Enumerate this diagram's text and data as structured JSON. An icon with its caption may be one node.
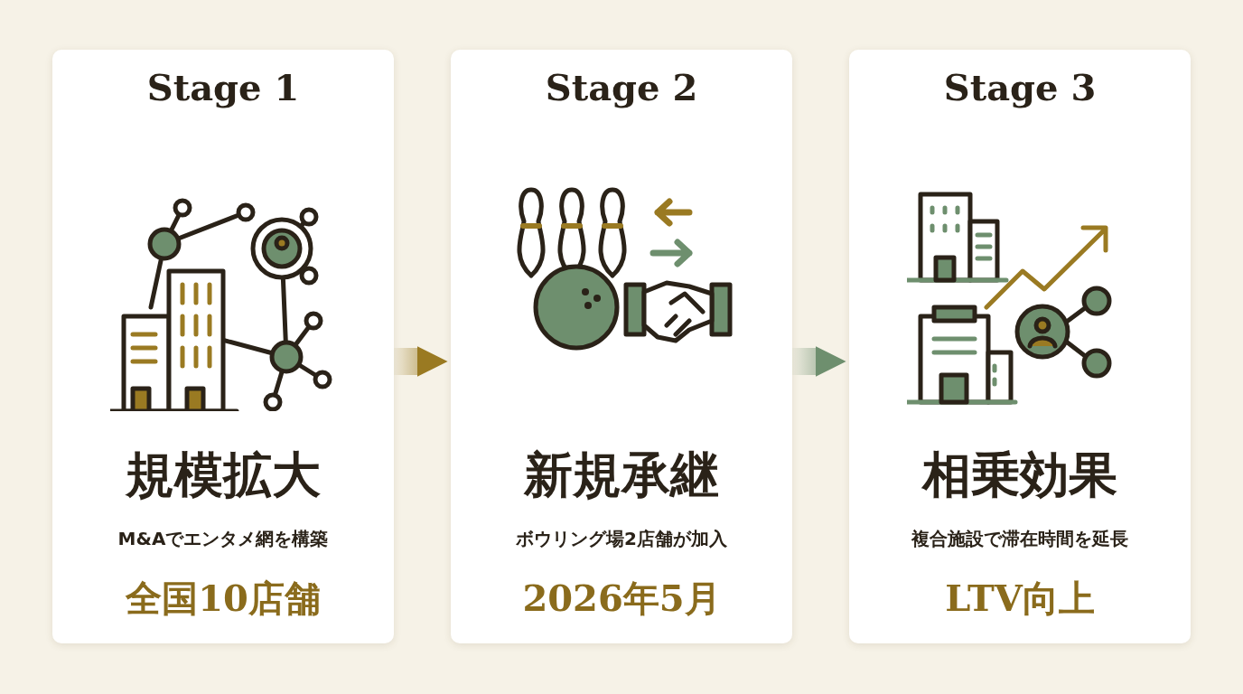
{
  "diagram": {
    "nodes": [
      {
        "text": [
          "Stage 1",
          "規模拡大",
          "M&Aでエンタメ網を構築",
          "全国10店舗"
        ]
      },
      {
        "text": [
          "Stage 2",
          "新規承継",
          "ボウリング場2店舗が加入",
          "2026年5月"
        ]
      },
      {
        "text": [
          "Stage 3",
          "相乗効果",
          "複合施設で滞在時間を延長",
          "LTV向上"
        ]
      }
    ],
    "edges": [
      {
        "from": 0,
        "to": 1,
        "arrow": "to",
        "style": "thick",
        "color": "#9a7a22"
      },
      {
        "from": 1,
        "to": 2,
        "arrow": "to",
        "style": "thick",
        "color": "#6e8f6e"
      }
    ]
  }
}
